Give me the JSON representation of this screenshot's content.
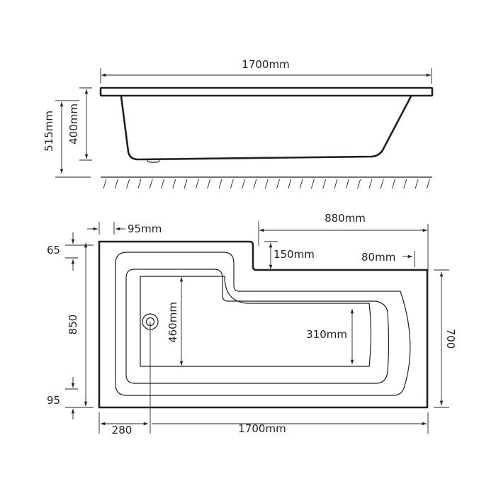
{
  "side_view": {
    "length_label": "1700mm",
    "total_height_label": "515mm",
    "depth_label": "400mm"
  },
  "plan_view": {
    "rim_left_label": "95mm",
    "shower_section_length_label": "880mm",
    "step_label": "150mm",
    "rim_right_label": "80mm",
    "rim_top_label": "65",
    "overall_width_label": "850",
    "rim_bottom_label": "95",
    "narrow_width_label": "700",
    "waste_offset_label": "280",
    "length_label": "1700mm",
    "basin_width_label": "460mm",
    "basin_narrow_width_label": "310mm"
  }
}
